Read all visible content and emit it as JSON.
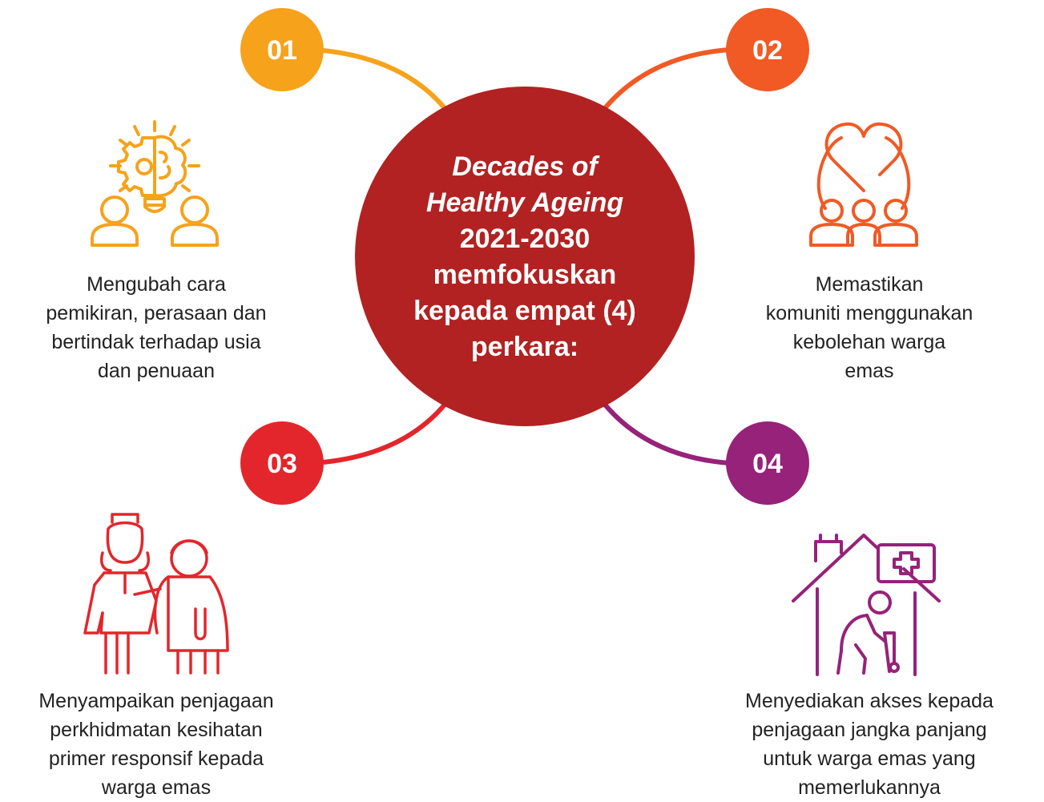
{
  "center": {
    "line1": "Decades of",
    "line2": "Healthy Ageing",
    "line3": "2021-2030",
    "line4": "memfokuskan",
    "line5": "kepada empat (4)",
    "line6": "perkara:",
    "color": "#B22222"
  },
  "items": [
    {
      "number": "01",
      "color": "#F7A21B",
      "icon": "mindset-people-icon",
      "caption": [
        "Mengubah cara",
        "pemikiran, perasaan dan",
        "bertindak terhadap usia",
        "dan penuaan"
      ]
    },
    {
      "number": "02",
      "color": "#F15A24",
      "icon": "heart-community-icon",
      "caption": [
        "Memastikan",
        "komuniti menggunakan",
        "kebolehan warga",
        "emas"
      ]
    },
    {
      "number": "03",
      "color": "#E3262B",
      "icon": "nurse-elderly-icon",
      "caption": [
        "Menyampaikan penjagaan",
        "perkhidmatan kesihatan",
        "primer responsif kepada",
        "warga emas"
      ]
    },
    {
      "number": "04",
      "color": "#96227A",
      "icon": "home-care-icon",
      "caption": [
        "Menyediakan akses kepada",
        "penjagaan jangka panjang",
        "untuk warga emas yang",
        "memerlukannya"
      ]
    }
  ]
}
